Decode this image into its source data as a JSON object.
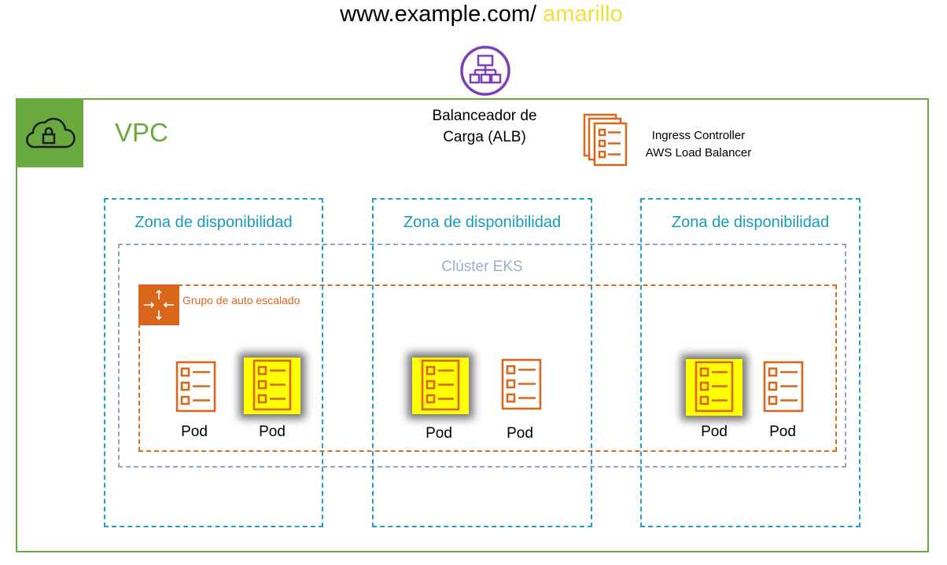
{
  "title": {
    "prefix": "www.example.com/",
    "highlight": "amarillo"
  },
  "load_balancer": {
    "line1": "Balanceador de",
    "line2": "Carga (ALB)"
  },
  "ingress": {
    "line1": "Ingress Controller",
    "line2": "AWS Load Balancer"
  },
  "vpc": {
    "label": "VPC"
  },
  "zones": [
    {
      "label": "Zona de disponibilidad"
    },
    {
      "label": "Zona de disponibilidad"
    },
    {
      "label": "Zona de disponibilidad"
    }
  ],
  "cluster": {
    "label": "Clúster EKS"
  },
  "autoscaling_group": {
    "label": "Grupo de auto escalado"
  },
  "pods": [
    {
      "label": "Pod",
      "highlighted": false
    },
    {
      "label": "Pod",
      "highlighted": true
    },
    {
      "label": "Pod",
      "highlighted": true
    },
    {
      "label": "Pod",
      "highlighted": false
    },
    {
      "label": "Pod",
      "highlighted": true
    },
    {
      "label": "Pod",
      "highlighted": false
    }
  ],
  "colors": {
    "vpc_green": "#6aa93d",
    "zone_blue": "#19a2c4",
    "cluster_gray": "#8ba4c2",
    "asg_orange": "#d9661a",
    "pod_orange": "#d9661a",
    "highlight_yellow": "#ffff00",
    "alb_purple": "#7b3fb8"
  },
  "icons": {
    "alb": "load-balancer-icon",
    "ingress": "ingress-controller-icon",
    "vpc": "cloud-lock-icon",
    "asg": "auto-scaling-icon",
    "pod": "pod-icon"
  }
}
